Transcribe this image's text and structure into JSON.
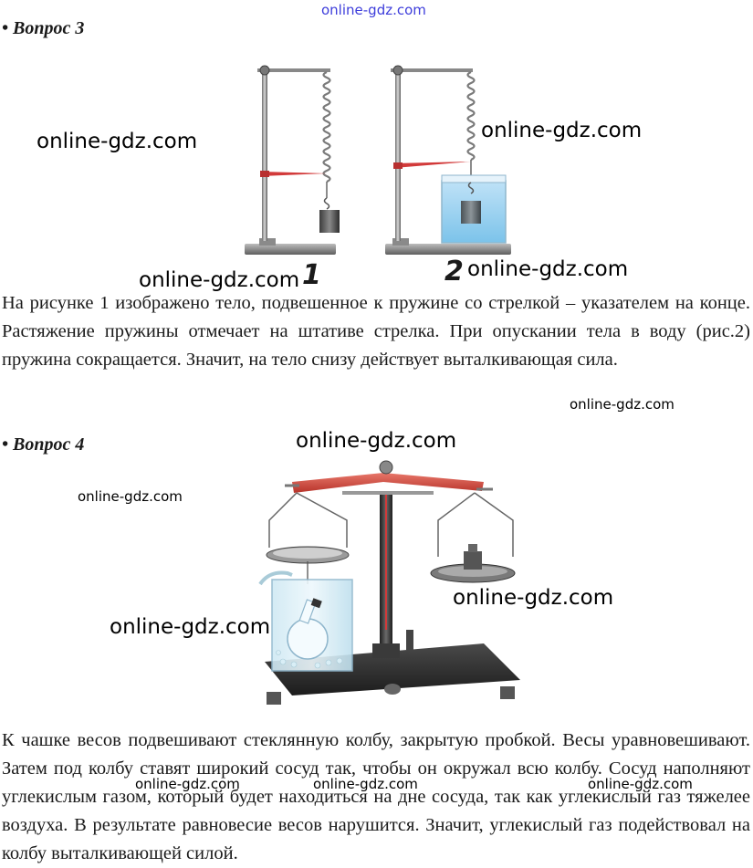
{
  "watermarks": {
    "top": "online-gdz.com",
    "w1": "online-gdz.com",
    "w2": "online-gdz.com",
    "w3": "online-gdz.com",
    "w4": "online-gdz.com",
    "w5": "online-gdz.com",
    "w6": "online-gdz.com",
    "w7": "online-gdz.com",
    "w8": "online-gdz.com",
    "w9": "online-gdz.com",
    "w10": "online-gdz.com",
    "w11": "online-gdz.com",
    "w12": "online-gdz.com"
  },
  "q3": {
    "heading": "• Вопрос 3",
    "fig1_number": "1",
    "fig2_number": "2",
    "text": "На рисунке 1 изображено тело, подвешенное к пружине со стрелкой – указателем на конце. Растяжение пружины отмечает на штативе стрелка. При опускании тела в воду (рис.2) пружина сокращается. Значит, на тело снизу действует выталкивающая сила."
  },
  "q4": {
    "heading": "• Вопрос 4",
    "text": "К чашке весов подвешивают стеклянную колбу, закрытую пробкой. Весы уравновешивают. Затем под колбу ставят широкий сосуд так, чтобы он окружал всю колбу. Сосуд наполняют углекислым газом, который будет находиться на дне сосуда, так как углекислый газ тяжелее воздуха. В результате равновесие весов нарушится. Значит, углекислый газ подействовал на колбу выталкивающей силой."
  }
}
